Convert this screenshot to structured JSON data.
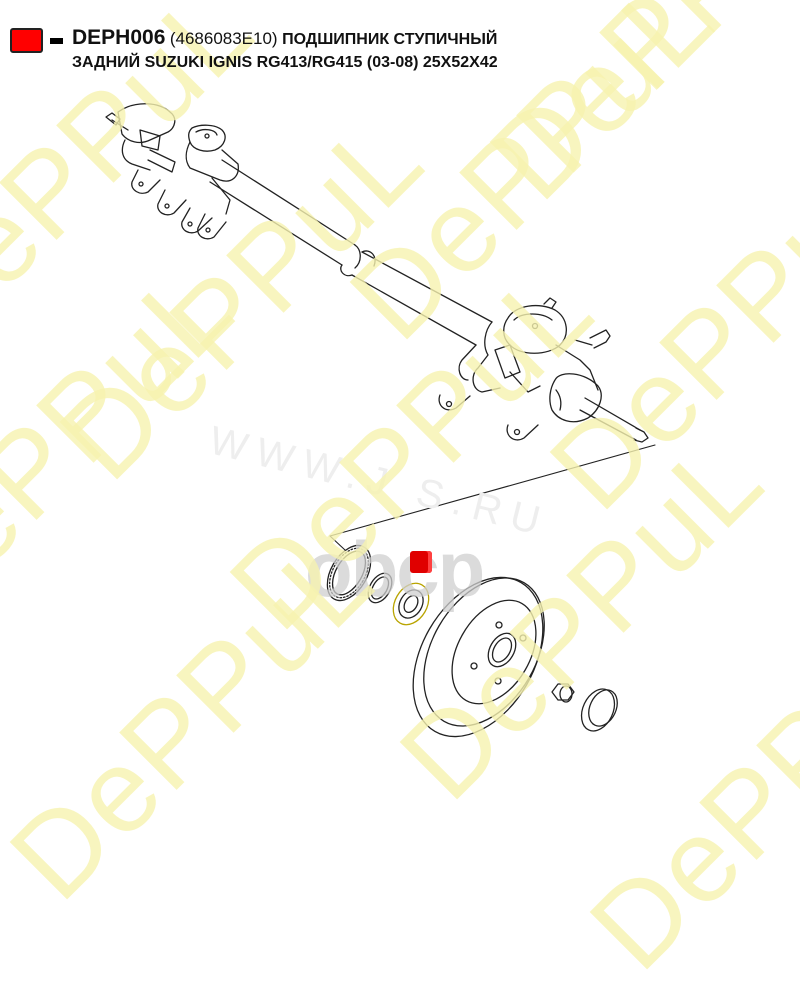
{
  "header": {
    "legend_marker_color": "#ff0000",
    "part_code": "DEPH006",
    "oem_number": "(4686083E10)",
    "title_line1_rest": "ПОДШИПНИК СТУПИЧНЫЙ",
    "title_line2": "ЗАДНИЙ SUZUKI IGNIS RG413/RG415 (03-08) 25X52X42"
  },
  "diagram": {
    "subject": "Rear axle beam exploded view with hub bearing, brake drum, nut and dust cap",
    "highlight_color": "#e00000",
    "highlighted_part": "hub-bearing"
  },
  "watermarks": {
    "brand": "DePPuL",
    "site": "WWW.J        S.RU",
    "overlay": "obcp",
    "color": "#f7f3b0"
  }
}
